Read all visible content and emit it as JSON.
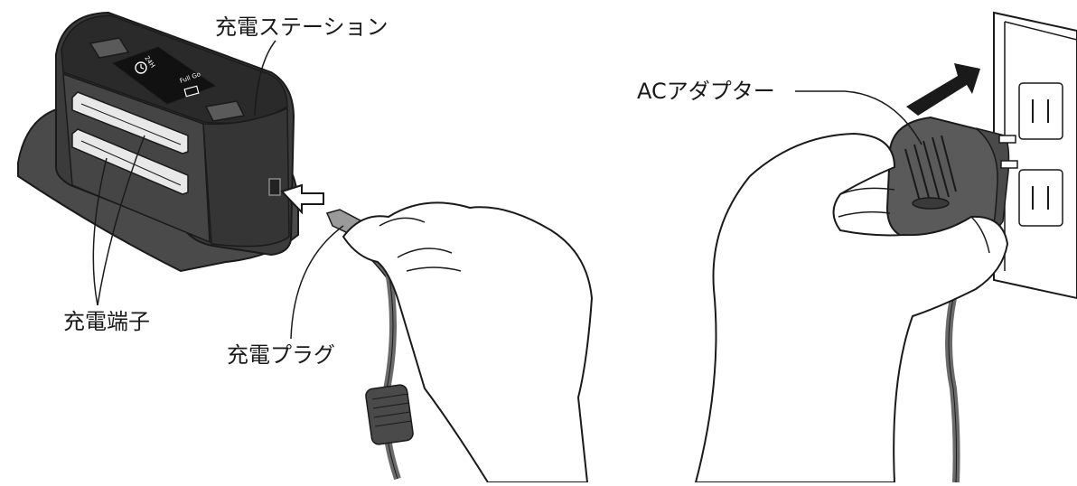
{
  "labels": {
    "charging_station": "充電ステーション",
    "charging_terminals": "充電端子",
    "charging_plug": "充電プラグ",
    "ac_adapter": "ACアダプター"
  },
  "device_panel": {
    "timer_text": "24H",
    "fullgo_text": "Full Go"
  },
  "colors": {
    "line": "#1a1a1a",
    "station_body": "#3b3b3b",
    "station_top": "#2a2a2a",
    "station_base": "#4a4a4a",
    "adapter": "#5a5a5a",
    "cable": "#6a6a6a",
    "wall": "#ffffff"
  },
  "icons": [
    "insert-arrow-icon",
    "push-arrow-icon",
    "clock-icon",
    "battery-icon"
  ]
}
